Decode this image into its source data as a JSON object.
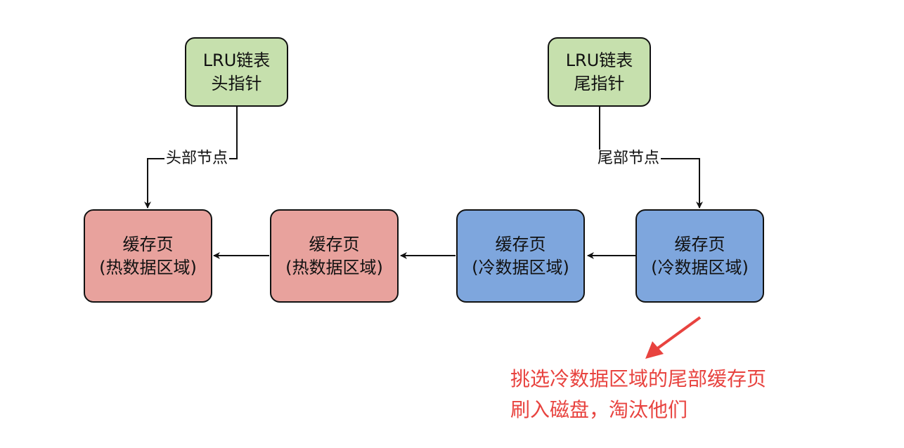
{
  "colors": {
    "pointer_fill": "#c6e0ad",
    "hot_fill": "#e8a29d",
    "cold_fill": "#7ea6dd",
    "annotation": "#e8433f",
    "stroke": "#111111"
  },
  "pointers": {
    "head": {
      "line1": "LRU链表",
      "line2": "头指针"
    },
    "tail": {
      "line1": "LRU链表",
      "line2": "尾指针"
    }
  },
  "edge_labels": {
    "head_node": "头部节点",
    "tail_node": "尾部节点"
  },
  "pages": [
    {
      "title": "缓存页",
      "region": "(热数据区域)",
      "zone": "hot"
    },
    {
      "title": "缓存页",
      "region": "(热数据区域)",
      "zone": "hot"
    },
    {
      "title": "缓存页",
      "region": "(冷数据区域)",
      "zone": "cold"
    },
    {
      "title": "缓存页",
      "region": "(冷数据区域)",
      "zone": "cold"
    }
  ],
  "annotation": {
    "line1": "挑选冷数据区域的尾部缓存页",
    "line2": "刷入磁盘，淘汰他们"
  }
}
